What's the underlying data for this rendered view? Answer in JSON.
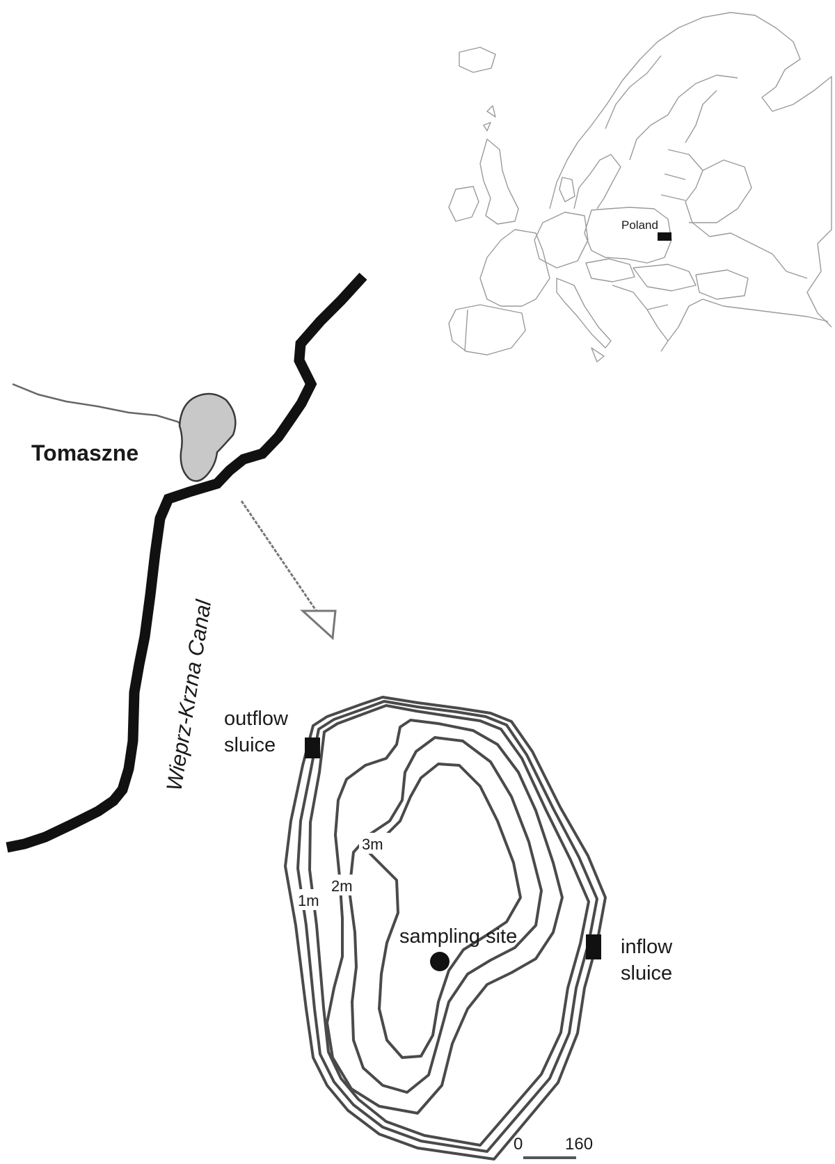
{
  "inset": {
    "country_label": "Poland"
  },
  "location_map": {
    "town_label": "Tomaszne",
    "canal_label": "Wieprz-Krzna Canal"
  },
  "lake_map": {
    "outflow_label_line1": "outflow",
    "outflow_label_line2": "sluice",
    "inflow_label_line1": "inflow",
    "inflow_label_line2": "sluice",
    "sampling_label": "sampling site",
    "depth_labels": [
      "1m",
      "2m",
      "3m"
    ],
    "scale_start": "0",
    "scale_end": "160"
  },
  "colors": {
    "canal": "#111111",
    "lake_fill": "#c8c8c8",
    "contour": "#4a4a4a",
    "border": "#9a9a9a",
    "marker": "#111111"
  }
}
